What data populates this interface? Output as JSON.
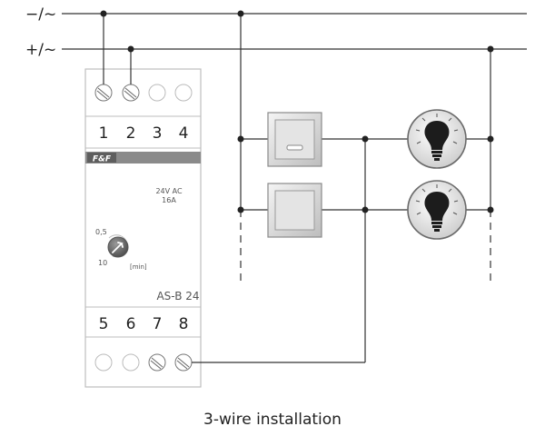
{
  "rails": {
    "neg_label": "−/~",
    "pos_label": "+/~"
  },
  "device": {
    "brand": "F&F",
    "model": "AS-B 24",
    "rating_voltage": "24V AC",
    "rating_current": "16A",
    "knob_min": "0,5",
    "knob_max": "10",
    "knob_unit": "[min]",
    "top_terminals": [
      "1",
      "2",
      "3",
      "4"
    ],
    "bottom_terminals": [
      "5",
      "6",
      "7",
      "8"
    ]
  },
  "caption": "3-wire installation"
}
